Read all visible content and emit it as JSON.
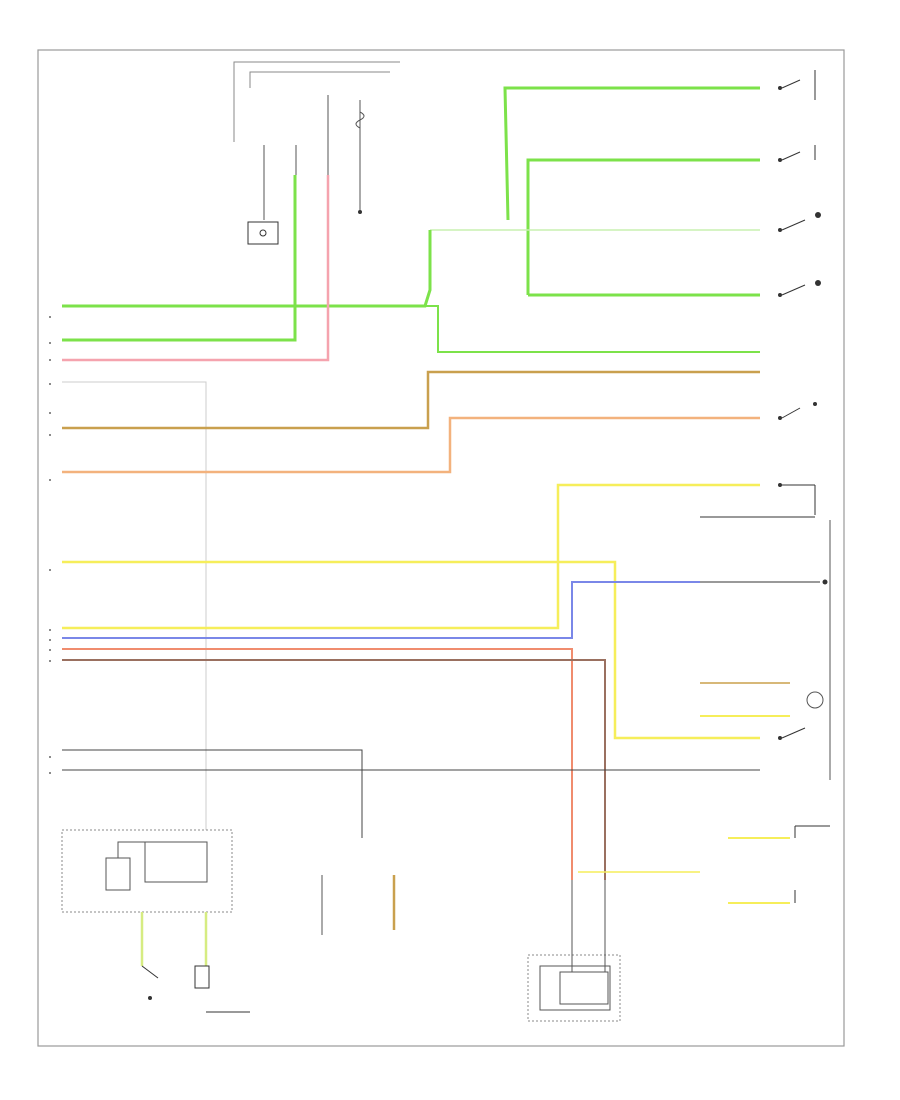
{
  "diagram": {
    "frame_label": "",
    "colors": {
      "green": "#7CE24A",
      "pink": "#F5A3AE",
      "tan": "#C9A04E",
      "orange": "#F3B27D",
      "yellow": "#F6EE5A",
      "blue": "#7A87E8",
      "salmon": "#F08C6E",
      "brown": "#9A7060",
      "yellow_green": "#D6EC82",
      "black": "#1a1a1a",
      "gray": "#8a8a8a"
    },
    "components": {
      "top_module": "",
      "ignition_switch": "",
      "ground_top": "",
      "door_switch_rf": "",
      "door_switch_lf": "",
      "door_switch_rr": "",
      "door_switch_lr": "",
      "trunk_switch": "",
      "fuel_level_sensor": "",
      "temp_sensor": "",
      "ground_mid": "",
      "sender_right": "",
      "speaker": "",
      "cluster_right": "",
      "ground_right": "",
      "seat_belt": "",
      "brake_switch_a": "",
      "brake_switch_b": "",
      "control_module": "",
      "module_inner": "",
      "sw_left": "",
      "sw_mid": "",
      "junction_bottom": "",
      "ground_bottom": "",
      "fuse_bottom": "",
      "bottom_module": "",
      "bottom_module_inner": ""
    },
    "wires": [
      {
        "id": "w1",
        "color": "green",
        "label": ""
      },
      {
        "id": "w2",
        "color": "green",
        "label": ""
      },
      {
        "id": "w3",
        "color": "pink",
        "label": ""
      },
      {
        "id": "w4",
        "color": "tan",
        "label": ""
      },
      {
        "id": "w5",
        "color": "orange",
        "label": ""
      },
      {
        "id": "w6",
        "color": "yellow",
        "label": ""
      },
      {
        "id": "w7",
        "color": "yellow",
        "label": ""
      },
      {
        "id": "w8",
        "color": "blue",
        "label": ""
      },
      {
        "id": "w9",
        "color": "salmon",
        "label": ""
      },
      {
        "id": "w10",
        "color": "brown",
        "label": ""
      },
      {
        "id": "w11",
        "color": "black",
        "label": ""
      },
      {
        "id": "w12",
        "color": "black",
        "label": ""
      }
    ],
    "footer_code": ""
  }
}
